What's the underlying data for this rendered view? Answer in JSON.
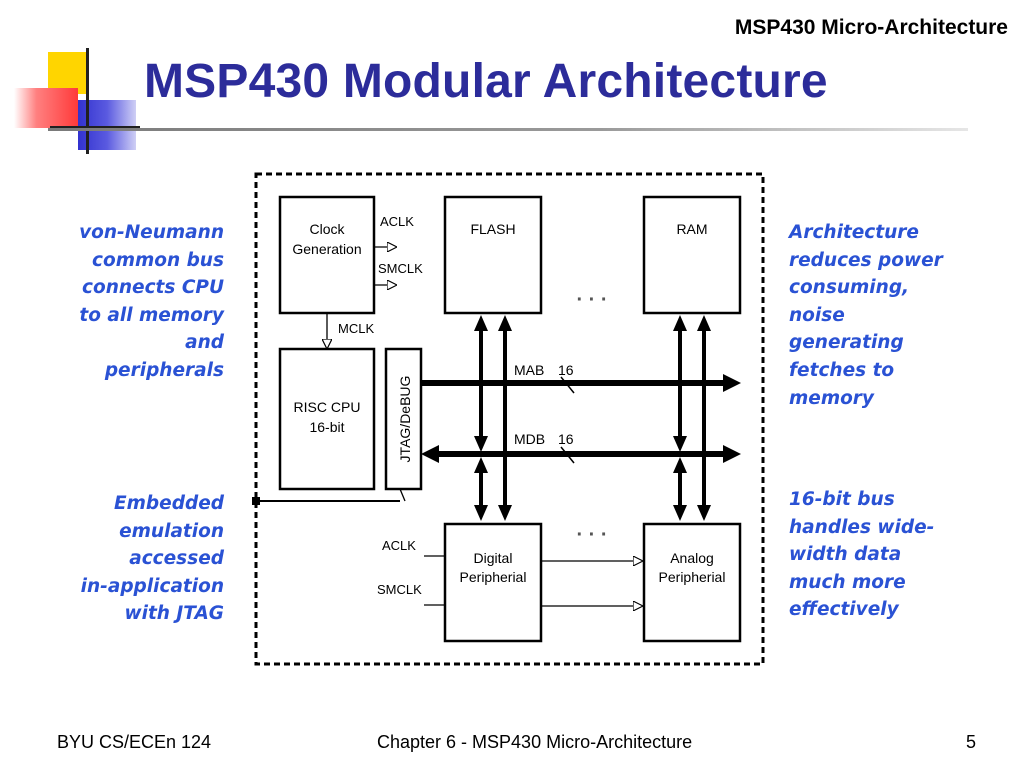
{
  "header": {
    "chapter_title": "MSP430 Micro-Architecture",
    "slide_title": "MSP430 Modular Architecture"
  },
  "diagram": {
    "blocks": {
      "clock_generation": [
        "Clock",
        "Generation"
      ],
      "flash": "FLASH",
      "ram": "RAM",
      "risc_cpu": [
        "RISC CPU",
        "16-bit"
      ],
      "jtag_debug": "JTAG/DeBUG",
      "digital_peripheral": [
        "Digital",
        "Peripherial"
      ],
      "analog_peripheral": [
        "Analog",
        "Peripherial"
      ]
    },
    "signals": {
      "aclk": "ACLK",
      "smclk": "SMCLK",
      "mclk": "MCLK",
      "mab": "MAB",
      "mdb": "MDB",
      "bus_width": "16"
    },
    "ellipsis": "· · ·"
  },
  "notes": {
    "von_neumann": "von-Neumann\ncommon bus\nconnects CPU\nto all memory\nand\nperipherals",
    "embedded_emulation": "Embedded\nemulation\naccessed\nin-application\nwith JTAG",
    "architecture_power": "Architecture\nreduces power\nconsuming,\nnoise\ngenerating\nfetches to\nmemory",
    "bus_16bit": "16-bit bus\nhandles wide-\nwidth data\nmuch more\neffectively"
  },
  "footer": {
    "course": "BYU CS/ECEn 124",
    "chapter": "Chapter 6 - MSP430 Micro-Architecture",
    "page_number": "5"
  },
  "colors": {
    "title": "#2c2c9a",
    "notes": "#2a52d4",
    "deco_yellow": "#ffd500",
    "deco_red": "#ff4a4a",
    "deco_blue": "#3b3bd6"
  }
}
